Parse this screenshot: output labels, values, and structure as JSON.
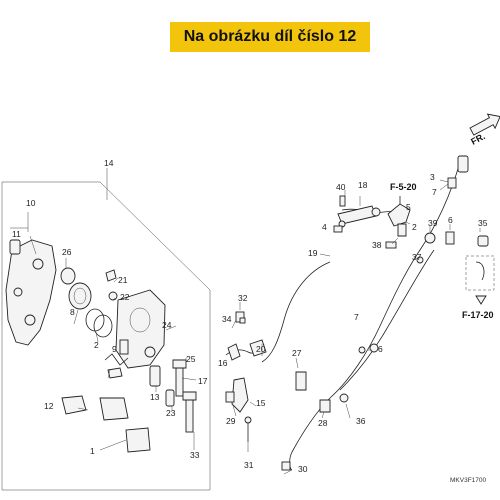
{
  "banner": {
    "text": "Na obrázku díl číslo 12",
    "color": "#f2c40c"
  },
  "diagram_code": "MKV3F1700",
  "direction_marker": {
    "label": "FR.",
    "icon": "direction-arrow-icon"
  },
  "references": [
    "F-5-20",
    "F-17-20"
  ],
  "callouts": [
    "1",
    "2",
    "3",
    "4",
    "5",
    "6",
    "7",
    "8",
    "9",
    "10",
    "11",
    "12",
    "13",
    "14",
    "15",
    "16",
    "17",
    "18",
    "19",
    "20",
    "21",
    "22",
    "23",
    "24",
    "25",
    "26",
    "27",
    "28",
    "29",
    "30",
    "31",
    "32",
    "33",
    "34",
    "35",
    "36",
    "37",
    "38",
    "39",
    "40"
  ]
}
